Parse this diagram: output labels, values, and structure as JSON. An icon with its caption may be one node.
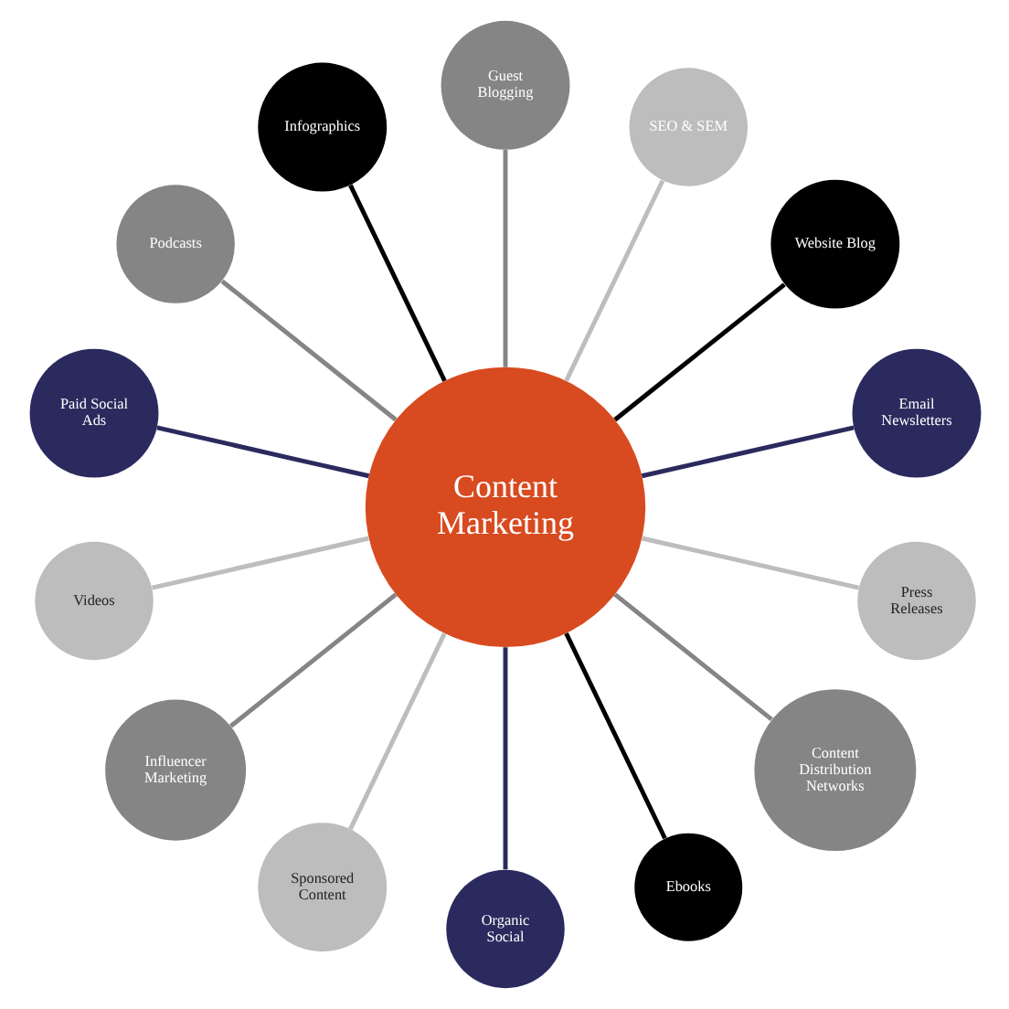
{
  "diagram": {
    "nodes": [
      {
        "text": [
          "Content Marketing"
        ]
      },
      {
        "text": [
          "Email Newsletters"
        ]
      },
      {
        "text": [
          "Website Blog"
        ]
      },
      {
        "text": [
          "SEO & SEM"
        ]
      },
      {
        "text": [
          "Guest Blogging"
        ]
      },
      {
        "text": [
          "Infographics"
        ]
      },
      {
        "text": [
          "Podcasts"
        ]
      },
      {
        "text": [
          "Paid Social Ads"
        ]
      },
      {
        "text": [
          "Videos"
        ]
      },
      {
        "text": [
          "Influencer Marketing"
        ]
      },
      {
        "text": [
          "Sponsored Content"
        ]
      },
      {
        "text": [
          "Organic Social"
        ]
      },
      {
        "text": [
          "Ebooks"
        ]
      },
      {
        "text": [
          "Content Distribution Networks"
        ]
      },
      {
        "text": [
          "Press Releases"
        ]
      }
    ],
    "edges": [
      {
        "from": 1,
        "to": 0,
        "arrow": "none",
        "color": "#2b2a5e"
      },
      {
        "from": 2,
        "to": 0,
        "arrow": "none",
        "color": "#000000"
      },
      {
        "from": 3,
        "to": 0,
        "arrow": "none",
        "color": "#bdbdbd"
      },
      {
        "from": 4,
        "to": 0,
        "arrow": "none",
        "color": "#858585"
      },
      {
        "from": 5,
        "to": 0,
        "arrow": "none",
        "color": "#000000"
      },
      {
        "from": 6,
        "to": 0,
        "arrow": "none",
        "color": "#858585"
      },
      {
        "from": 7,
        "to": 0,
        "arrow": "none",
        "color": "#2b2a5e"
      },
      {
        "from": 8,
        "to": 0,
        "arrow": "none",
        "color": "#bdbdbd"
      },
      {
        "from": 9,
        "to": 0,
        "arrow": "none",
        "color": "#858585"
      },
      {
        "from": 10,
        "to": 0,
        "arrow": "none",
        "color": "#bdbdbd"
      },
      {
        "from": 11,
        "to": 0,
        "arrow": "none",
        "color": "#2b2a5e"
      },
      {
        "from": 12,
        "to": 0,
        "arrow": "none",
        "color": "#000000"
      },
      {
        "from": 13,
        "to": 0,
        "arrow": "none",
        "color": "#858585"
      },
      {
        "from": 14,
        "to": 0,
        "arrow": "none",
        "color": "#bdbdbd"
      }
    ]
  }
}
